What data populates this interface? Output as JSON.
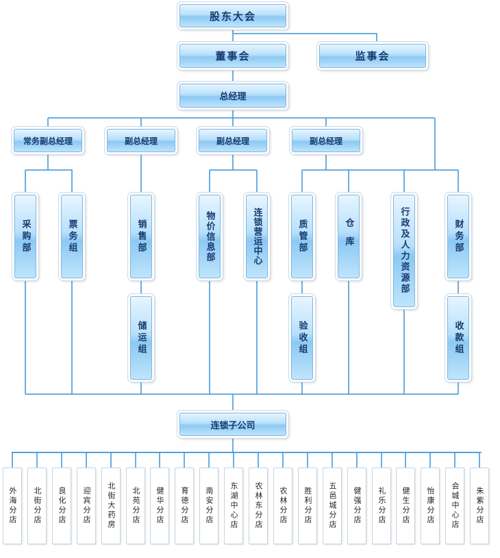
{
  "top": {
    "shareholders": "股东大会",
    "board": "董事会",
    "supervisors": "监事会",
    "gm": "总经理"
  },
  "deputies": [
    "常务副总经理",
    "副总经理",
    "副总经理",
    "副总经理"
  ],
  "departments": {
    "purchasing": "采购部",
    "tickets": "票务组",
    "sales": "销售部",
    "storage": "储运组",
    "pricing": "物价信息部",
    "chain_ops": "连锁营运中心",
    "quality": "质管部",
    "warehouse": "仓库",
    "admin_hr": "行政及人力资源部",
    "finance": "财务部",
    "inspection": "验收组",
    "cashier": "收款组"
  },
  "chain_company": "连锁子公司",
  "stores": [
    "外海分店",
    "北街分店",
    "良化分店",
    "迎宾分店",
    "北街大药房",
    "北苑分店",
    "健华分店",
    "育德分店",
    "南安分店",
    "东湖中心店",
    "农林东分店",
    "农林分店",
    "胜利分店",
    "五邑城分店",
    "健强分店",
    "礼乐分店",
    "健生分店",
    "怡康分店",
    "会城中心店",
    "朱紫分店"
  ]
}
